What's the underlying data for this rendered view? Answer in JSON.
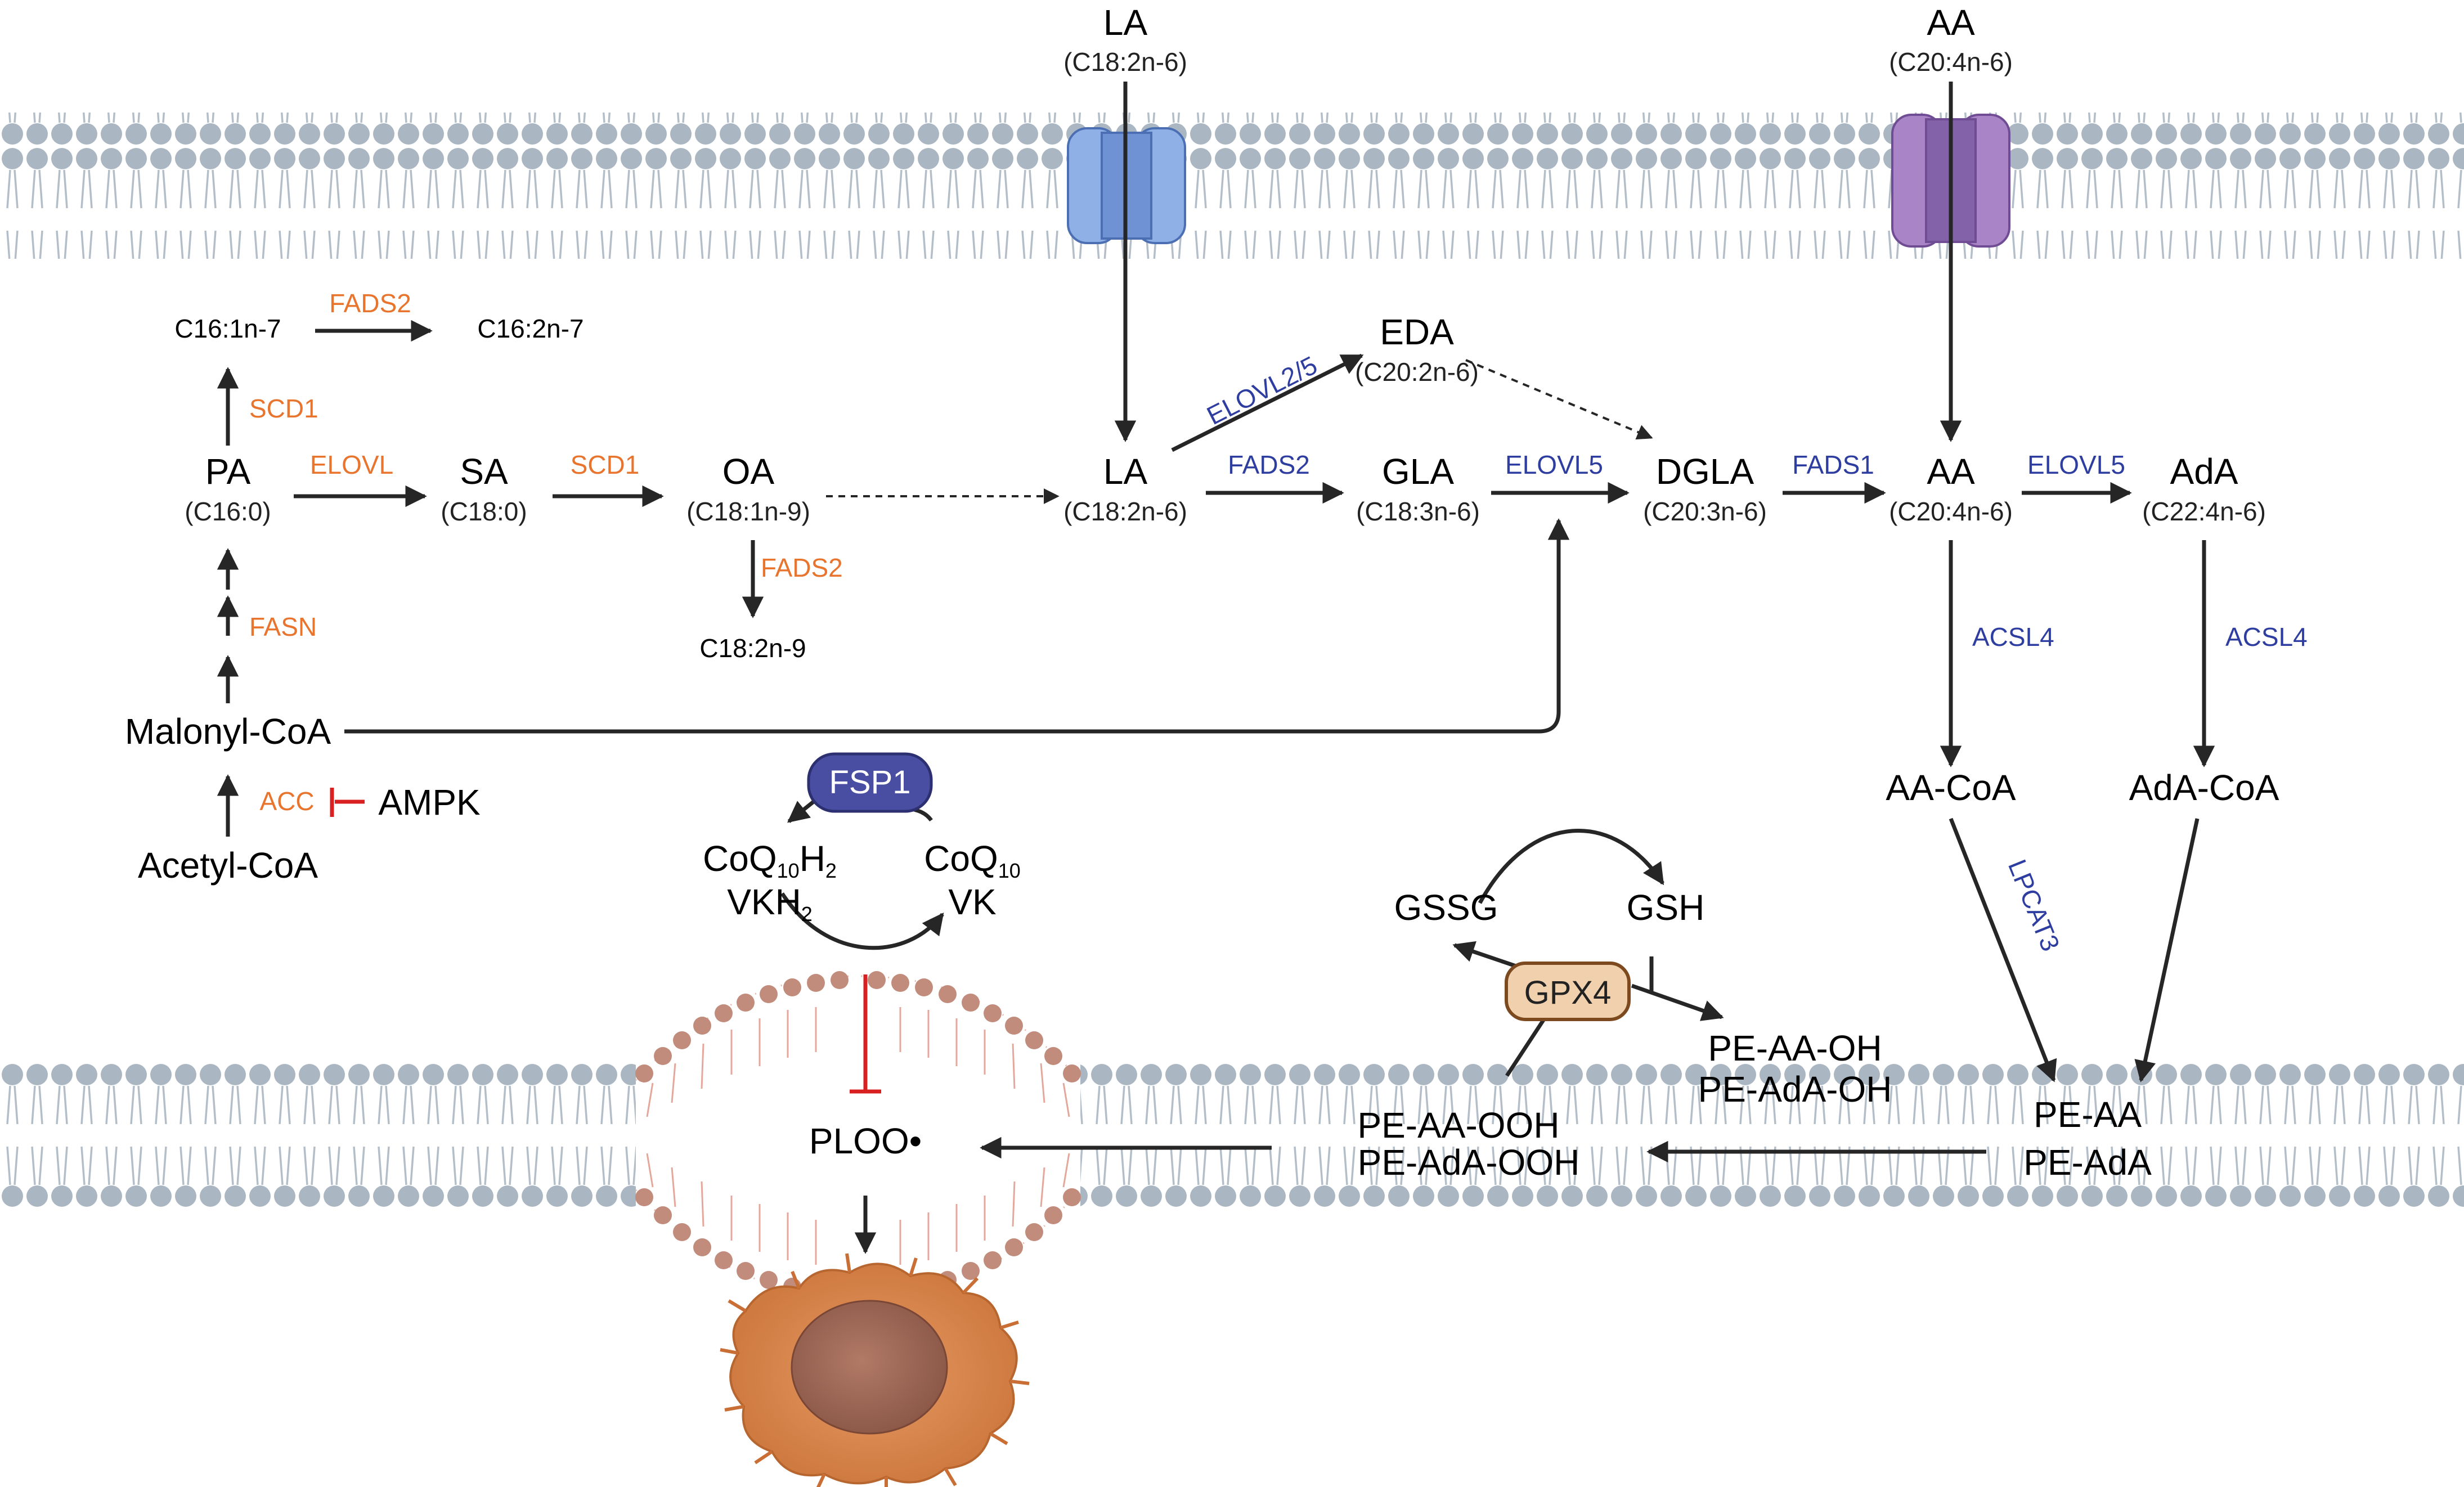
{
  "colors": {
    "enzyme_orange": "#e8742d",
    "enzyme_blue": "#2e3da0",
    "inhibition_red": "#d82020",
    "membrane_head": "#aab7c3",
    "channel_la": "#8fb0e6",
    "channel_aa": "#a985c7",
    "fsp1_fill": "#4a4ea3",
    "gpx4_fill": "#f1d1ad",
    "cell_color": "#d9834b"
  },
  "uptake": {
    "la_top": {
      "name": "LA",
      "formula": "(C18:2n-6)"
    },
    "aa_top": {
      "name": "AA",
      "formula": "(C20:4n-6)"
    }
  },
  "left_pathway": {
    "c16_1": "C16:1n-7",
    "c16_2": "C16:2n-7",
    "fads2_top": "FADS2",
    "scd1_up": "SCD1",
    "pa": {
      "name": "PA",
      "formula": "(C16:0)"
    },
    "elovl": "ELOVL",
    "sa": {
      "name": "SA",
      "formula": "(C18:0)"
    },
    "scd1_mid": "SCD1",
    "oa": {
      "name": "OA",
      "formula": "(C18:1n-9)"
    },
    "fads2_down": "FADS2",
    "c18_2n9": "C18:2n-9",
    "fasn": "FASN",
    "malonyl": "Malonyl-CoA",
    "acc": "ACC",
    "ampk": "AMPK",
    "acetyl": "Acetyl-CoA"
  },
  "n6_pathway": {
    "la": {
      "name": "LA",
      "formula": "(C18:2n-6)"
    },
    "elovl25": "ELOVL2/5",
    "eda": {
      "name": "EDA",
      "formula": "(C20:2n-6)"
    },
    "fads2": "FADS2",
    "gla": {
      "name": "GLA",
      "formula": "(C18:3n-6)"
    },
    "elovl5_a": "ELOVL5",
    "dgla": {
      "name": "DGLA",
      "formula": "(C20:3n-6)"
    },
    "fads1": "FADS1",
    "aa": {
      "name": "AA",
      "formula": "(C20:4n-6)"
    },
    "elovl5_b": "ELOVL5",
    "ada": {
      "name": "AdA",
      "formula": "(C22:4n-6)"
    },
    "acsl4_a": "ACSL4",
    "acsl4_b": "ACSL4",
    "aa_coa": "AA-CoA",
    "ada_coa": "AdA-CoA",
    "lpcat3": "LPCAT3"
  },
  "fsp1_cycle": {
    "fsp1": "FSP1",
    "coq_reduced": {
      "base": "CoQ",
      "sub": "10",
      "tail": "H",
      "tail_sub": "2"
    },
    "coq_oxidized": {
      "base": "CoQ",
      "sub": "10"
    },
    "vk_reduced": {
      "base": "VKH",
      "sub": "2"
    },
    "vk_oxidized": "VK"
  },
  "gpx4_cycle": {
    "gpx4": "GPX4",
    "gssg": "GSSG",
    "gsh": "GSH",
    "pe_aa_oh": "PE-AA-OH",
    "pe_ada_oh": "PE-AdA-OH",
    "pe_aa_ooh": "PE-AA-OOH",
    "pe_ada_ooh": "PE-AdA-OOH",
    "pe_aa": "PE-AA",
    "pe_ada": "PE-AdA",
    "ploo": "PLOO•"
  }
}
